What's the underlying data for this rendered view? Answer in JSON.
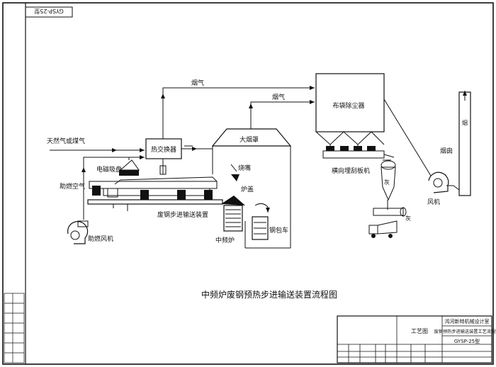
{
  "drawing_code": "GYSP-25型",
  "labels": {
    "gas_top": "烟气",
    "gas_mid": "烟气",
    "baghouse": "布袋除尘器",
    "fuel": "天然气或煤气",
    "combustion_air": "助燃空气",
    "heat_exchanger": "热交换器",
    "electromagnetic_chuck": "电磁吸盘",
    "big_hood": "大烟罩",
    "nozzle": "烧嘴",
    "furnace_cover": "炉盖",
    "conveyor": "废钢步进输送装置",
    "furnace": "中频炉",
    "ladle_car": "钢包车",
    "combustion_fan": "助燃风机",
    "scraper": "横向埋刮板机",
    "fan": "风机",
    "chimney": "烟囱",
    "chimney_mark": "烟",
    "ash_mark": "灰",
    "ash_truck_mark": "灰"
  },
  "caption": "中频炉废钢预热步进输送装置流程图",
  "title_block": {
    "company": "鸿河新特机械设计室",
    "category": "工艺图",
    "drawing_name": "废钢预热步进输送装置工艺流程图",
    "model": "GYSP-25型"
  },
  "icons": [
    "arrow-icon",
    "fan-icon",
    "chimney-icon",
    "truck-icon"
  ]
}
